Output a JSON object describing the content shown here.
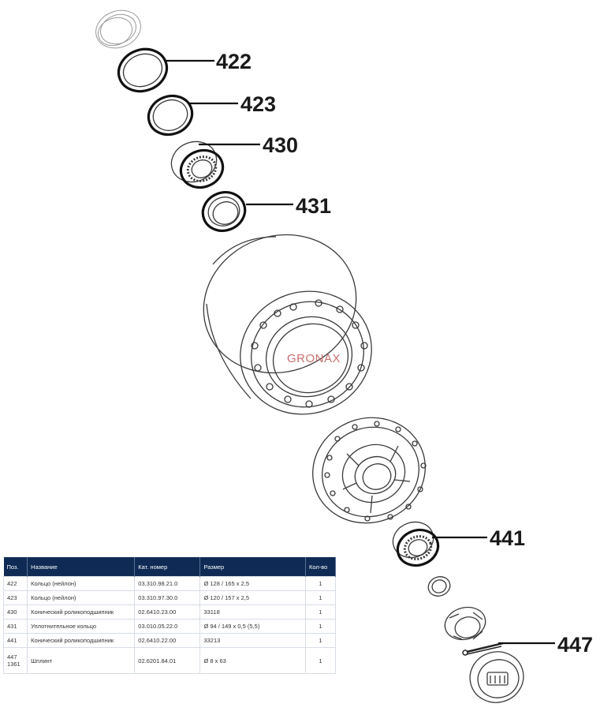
{
  "callouts": {
    "c422": "422",
    "c423": "423",
    "c430": "430",
    "c431": "431",
    "c441": "441",
    "c447": "447"
  },
  "watermark": "GRONAX",
  "colors": {
    "table_header_bg": "#0f2b55",
    "watermark": "#c9706f",
    "line_art": "#3a3a3a"
  },
  "table": {
    "headers": {
      "pos": "Поз.",
      "name": "Название",
      "catalog": "Кат. номер",
      "size": "Размер",
      "qty": "Кол-во"
    },
    "rows": [
      {
        "pos": "422",
        "name": "Кольцо (нейлон)",
        "catalog": "03.310.98.21.0",
        "size": "Ø 128 / 165 x 2,5",
        "qty": "1"
      },
      {
        "pos": "423",
        "name": "Кольцо (нейлон)",
        "catalog": "03.310.97.30.0",
        "size": "Ø 120 / 157 x 2,5",
        "qty": "1"
      },
      {
        "pos": "430",
        "name": "Конический роликоподшипник",
        "catalog": "02.6410.23.00",
        "size": "33118",
        "qty": "1"
      },
      {
        "pos": "431",
        "name": "Уплотнительное кольцо",
        "catalog": "03.010.05.22.0",
        "size": "Ø 94 / 149 x 0,5 (5,5)",
        "qty": "1"
      },
      {
        "pos": "441",
        "name": "Конический роликоподшипник",
        "catalog": "02.6410.22.00",
        "size": "33213",
        "qty": "1"
      },
      {
        "pos": "447",
        "pos2": "1361",
        "name": "Шплинт",
        "catalog": "02.6201.84.01",
        "size": "Ø 8 x 63",
        "qty": "1"
      }
    ]
  }
}
